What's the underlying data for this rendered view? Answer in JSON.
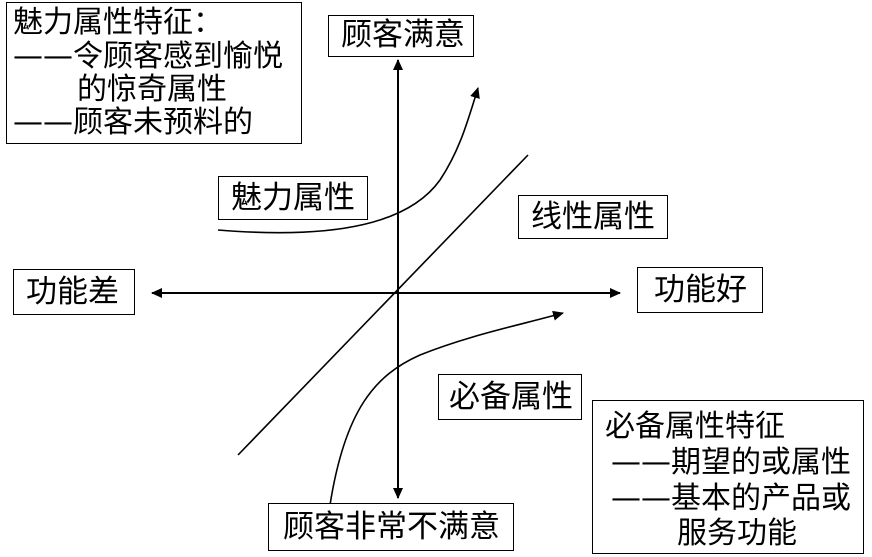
{
  "axis_labels": {
    "top": "顾客满意",
    "bottom": "顾客非常不满意",
    "left": "功能差",
    "right": "功能好"
  },
  "attributes": {
    "attractive": "魅力属性",
    "linear": "线性属性",
    "basic": "必备属性"
  },
  "notes": {
    "attractive": {
      "title": "魅力属性特征：",
      "lines": [
        "——令顾客感到愉悦",
        "的惊奇属性",
        "——顾客未预料的"
      ]
    },
    "basic": {
      "title": "必备属性特征",
      "lines": [
        "——期望的或属性",
        "——基本的产品或",
        "服务功能"
      ]
    }
  }
}
